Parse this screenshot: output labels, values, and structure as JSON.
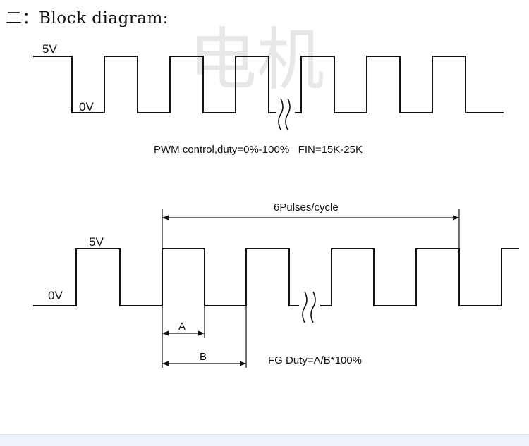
{
  "heading": "二：Block diagram:",
  "watermark": "电机",
  "pwm": {
    "high_label": "5V",
    "low_label": "0V",
    "caption": "PWM control,duty=0%-100%   FIN=15K-25K"
  },
  "fg": {
    "high_label": "5V",
    "low_label": "0V",
    "span_label": "6Pulses/cycle",
    "a_label": "A",
    "b_label": "B",
    "caption": "FG Duty=A/B*100%"
  },
  "colors": {
    "line": "#111111",
    "watermark": "#dcdcdc",
    "band": "#eef4f9"
  }
}
